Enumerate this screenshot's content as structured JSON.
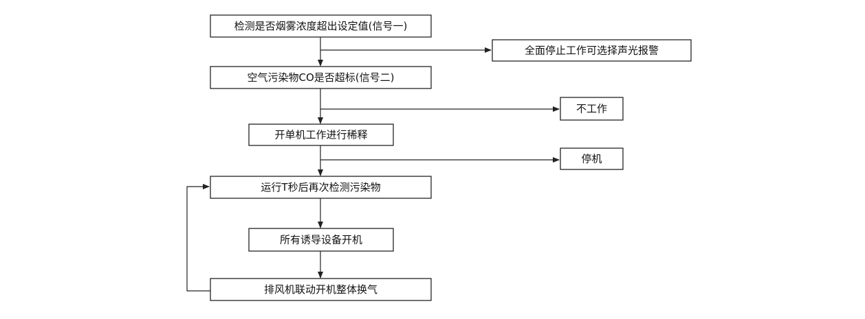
{
  "nodes": {
    "detect_smoke": "检测是否烟雾浓度超出设定值(信号一)",
    "full_stop": "全面停止工作可选择声光报警",
    "check_co": "空气污染物CO是否超标(信号二)",
    "no_work": "不工作",
    "single_dilute": "开单机工作进行稀释",
    "shutdown": "停机",
    "run_recheck": "运行T秒后再次检测污染物",
    "induced_on": "所有诱导设备开机",
    "exhaust_linkage": "排风机联动开机整体换气"
  },
  "edges": [
    {
      "from": "detect_smoke",
      "to": "check_co"
    },
    {
      "from": "detect_smoke",
      "to": "full_stop"
    },
    {
      "from": "check_co",
      "to": "single_dilute"
    },
    {
      "from": "check_co",
      "to": "no_work"
    },
    {
      "from": "single_dilute",
      "to": "run_recheck"
    },
    {
      "from": "single_dilute",
      "to": "shutdown"
    },
    {
      "from": "run_recheck",
      "to": "induced_on"
    },
    {
      "from": "induced_on",
      "to": "exhaust_linkage"
    },
    {
      "from": "exhaust_linkage",
      "to": "run_recheck"
    }
  ]
}
